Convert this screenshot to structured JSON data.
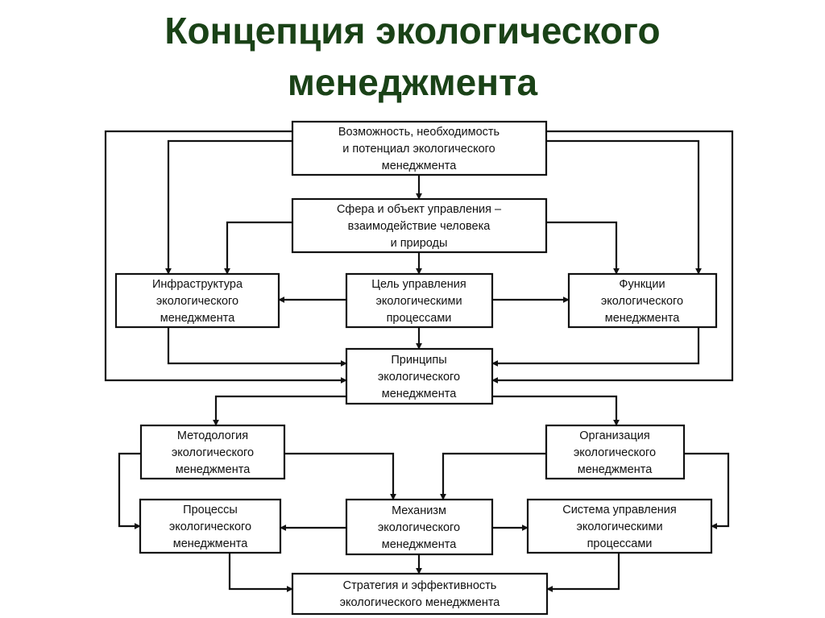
{
  "title": {
    "line1": "Концепция экологического",
    "line2": "менеджмента"
  },
  "nodes": {
    "potential": [
      "Возможность, необходимость",
      "и потенциал экологического",
      "менеджмента"
    ],
    "sphere": [
      "Сфера и объект управления –",
      "взаимодействие человека",
      "и природы"
    ],
    "infrastructure": [
      "Инфраструктура",
      "экологического",
      "менеджмента"
    ],
    "goal": [
      "Цель управления",
      "экологическими",
      "процессами"
    ],
    "functions": [
      "Функции",
      "экологического",
      "менеджмента"
    ],
    "principles": [
      "Принципы",
      "экологического",
      "менеджмента"
    ],
    "methodology": [
      "Методология",
      "экологического",
      "менеджмента"
    ],
    "organization": [
      "Организация",
      "экологического",
      "менеджмента"
    ],
    "processes": [
      "Процессы",
      "экологического",
      "менеджмента"
    ],
    "mechanism": [
      "Механизм",
      "экологического",
      "менеджмента"
    ],
    "system": [
      "Система управления",
      "экологическими",
      "процессами"
    ],
    "strategy": [
      "Стратегия и эффективность",
      "экологического менеджмента"
    ]
  }
}
